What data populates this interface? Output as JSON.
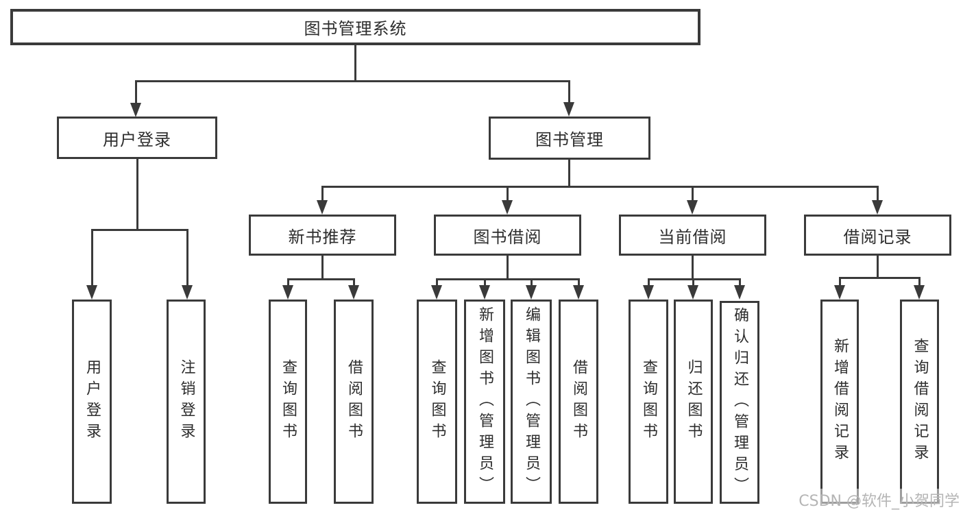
{
  "tree": {
    "label": "图书管理系统",
    "children": [
      {
        "label": "用户登录",
        "children": [
          {
            "label": "用户登录"
          },
          {
            "label": "注销登录"
          }
        ]
      },
      {
        "label": "图书管理",
        "children": [
          {
            "label": "新书推荐",
            "children": [
              {
                "label": "查询图书"
              },
              {
                "label": "借阅图书"
              }
            ]
          },
          {
            "label": "图书借阅",
            "children": [
              {
                "label": "查询图书"
              },
              {
                "label": "新增图书（管理员）"
              },
              {
                "label": "编辑图书（管理员）"
              },
              {
                "label": "借阅图书"
              }
            ]
          },
          {
            "label": "当前借阅",
            "children": [
              {
                "label": "查询图书"
              },
              {
                "label": "归还图书"
              },
              {
                "label": "确认归还（管理员）"
              }
            ]
          },
          {
            "label": "借阅记录",
            "children": [
              {
                "label": "新增借阅记录"
              },
              {
                "label": "查询借阅记录"
              }
            ]
          }
        ]
      }
    ]
  },
  "watermark": {
    "text": "CSDN @软件_小贺同学"
  },
  "colors": {
    "line": "#3a3a3a",
    "text": "#2d2d2d",
    "watermark": "#b5b5b5",
    "background": "#ffffff"
  }
}
